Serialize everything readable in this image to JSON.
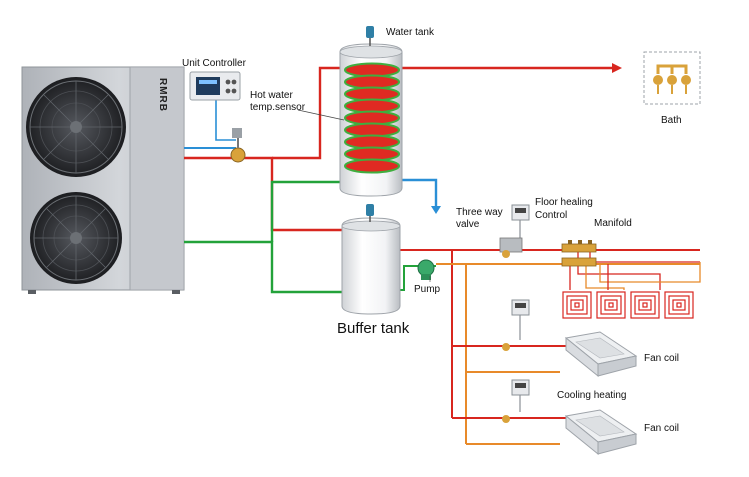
{
  "labels": {
    "water_tank": "Water tank",
    "unit_controller": "Unit Controller",
    "hot_water_sensor_line1": "Hot water",
    "hot_water_sensor_line2": "temp.sensor",
    "bath": "Bath",
    "three_way_valve_line1": "Three way",
    "three_way_valve_line2": "valve",
    "floor_heating_line1": "Floor healing",
    "floor_heating_line2": "Control",
    "manifold": "Manifold",
    "pump": "Pump",
    "buffer_tank": "Buffer tank",
    "fan_coil_1": "Fan coil",
    "cooling_heating": "Cooling heating",
    "fan_coil_2": "Fan coil"
  },
  "brand": "RMRB",
  "colors": {
    "hot_pipe": "#d8261f",
    "return_pipe": "#23a23a",
    "cold_pipe": "#2a8fd6",
    "branch_pipe": "#e88a2a",
    "coil": "#e02a22",
    "coil_stripe": "#3fae3f",
    "unit_body": "#c9ccd1",
    "fan": "#2a2c30"
  }
}
